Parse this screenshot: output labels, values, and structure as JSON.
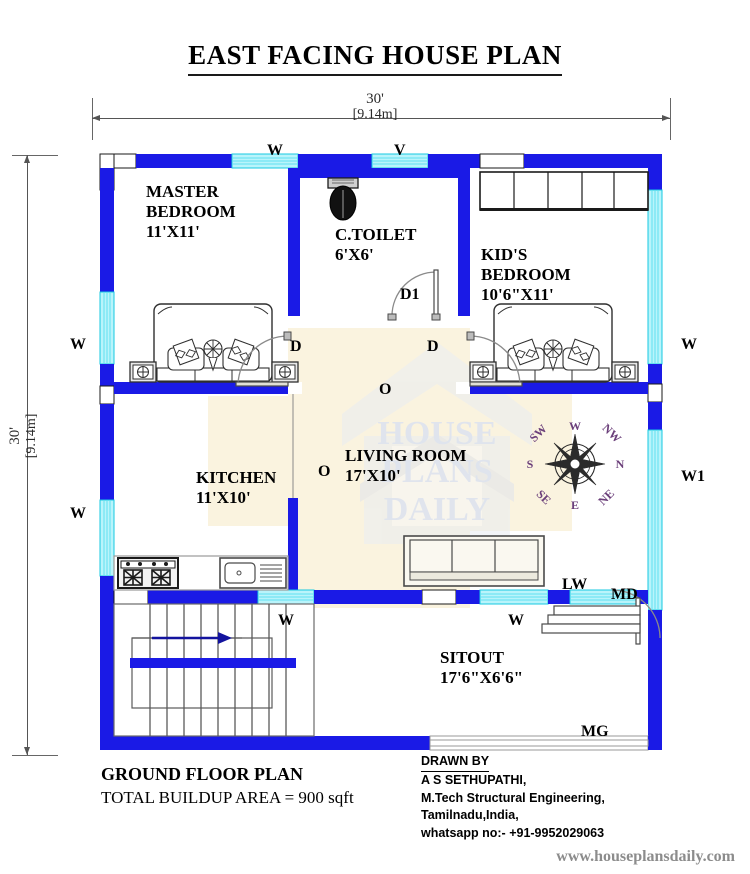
{
  "title": "EAST FACING HOUSE PLAN",
  "dimensions": {
    "top_feet": "30'",
    "top_meters": "[9.14m]",
    "left_feet": "30'",
    "left_meters": "[9.14m]"
  },
  "rooms": [
    {
      "key": "master_bedroom",
      "name": "MASTER\nBEDROOM",
      "size": "11'X11'"
    },
    {
      "key": "common_toilet",
      "name": "C.TOILET",
      "size": "6'X6'"
    },
    {
      "key": "kids_bedroom",
      "name": "KID'S\nBEDROOM",
      "size": "10'6\"X11'"
    },
    {
      "key": "kitchen",
      "name": "KITCHEN",
      "size": "11'X10'"
    },
    {
      "key": "living_room",
      "name": "LIVING ROOM",
      "size": "17'X10'"
    },
    {
      "key": "sitout",
      "name": "SITOUT",
      "size": "17'6\"X6'6\""
    }
  ],
  "room_labels": {
    "master": "MASTER\nBEDROOM\n11'X11'",
    "toilet": "C.TOILET\n6'X6'",
    "kids": "KID'S\nBEDROOM\n10'6\"X11'",
    "kitchen": "KITCHEN\n11'X10'",
    "living": "LIVING ROOM\n17'X10'",
    "sitout": "SITOUT\n17'6\"X6'6\""
  },
  "marks": {
    "w_top_left": "W",
    "v_top": "V",
    "w_left_upper": "W",
    "w_left_lower": "W",
    "w_right_upper": "W",
    "w1_right": "W1",
    "w_bottom_left": "W",
    "w_bottom_mid": "W",
    "d1": "D1",
    "d_left": "D",
    "d_right": "D",
    "o_top": "O",
    "o_mid": "O",
    "lw": "LW",
    "md": "MD",
    "mg": "MG"
  },
  "compass": {
    "n": "N",
    "s": "S",
    "e": "E",
    "w": "W",
    "ne": "NE",
    "nw": "NW",
    "se": "SE",
    "sw": "SW",
    "color": "#6b3f7a"
  },
  "ground_floor": {
    "title": "GROUND FLOOR PLAN",
    "area": "TOTAL BUILDUP AREA = 900 sqft"
  },
  "drawn_by": {
    "heading": "DRAWN BY",
    "name": "A S SETHUPATHI,",
    "qualification": "M.Tech Structural Engineering,",
    "location": "Tamilnadu,India,",
    "contact": "whatsapp no:- +91-9952029063"
  },
  "footer": {
    "url": "www.houseplansdaily.com"
  },
  "watermark": {
    "line1": "HOUSE",
    "line2": "PLANS",
    "line3": "DAILY"
  },
  "colors": {
    "wall": "#1a1ae6",
    "window": "#b9f4fb",
    "window_stroke": "#17c8e0",
    "floor_tint": "#faf3df",
    "line": "#3a3a3a",
    "compass": "#6b3f7a",
    "footer_gray": "#8c8c8c"
  }
}
